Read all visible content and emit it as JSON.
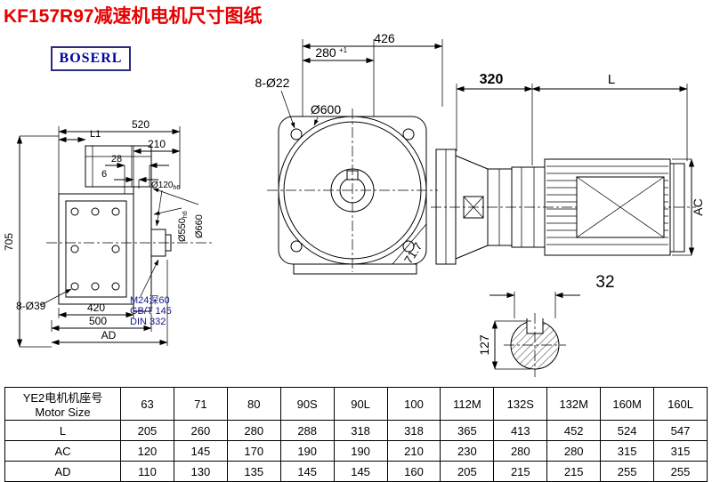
{
  "title": "KF157R97减速机电机尺寸图纸",
  "logo": "BOSERL",
  "colors": {
    "title": "#e60000",
    "logo_text": "#00009c",
    "line": "#000000"
  },
  "annotations": {
    "d426": "426",
    "d280": "280",
    "d280_tol": "+1",
    "holes8d22": "8-Ø22",
    "dia600": "Ø600",
    "len320": "320",
    "lenL": "L",
    "ac": "AC",
    "angle": "71.7",
    "key32": "32",
    "dia127": "127",
    "l1": "L1",
    "w520": "520",
    "w210": "210",
    "w28": "28",
    "w6": "6",
    "d120": "Ø120",
    "d120_fit": "h6",
    "d550": "Ø550",
    "d550_fit": "h6",
    "d660": "Ø660",
    "h705": "705",
    "holes8d39": "8-Ø39",
    "w420": "420",
    "w500": "500",
    "ad": "AD",
    "m24": "M24深60",
    "gbt": "GB/T 145",
    "din": "DIN 332"
  },
  "table": {
    "row_header": {
      "line1": "YE2电机机座号",
      "line2": "Motor Size"
    },
    "sizes": [
      "63",
      "71",
      "80",
      "90S",
      "90L",
      "100",
      "112M",
      "132S",
      "132M",
      "160M",
      "160L"
    ],
    "rows": [
      {
        "label": "L",
        "values": [
          "205",
          "260",
          "280",
          "288",
          "318",
          "318",
          "365",
          "413",
          "452",
          "524",
          "547"
        ]
      },
      {
        "label": "AC",
        "values": [
          "120",
          "145",
          "170",
          "190",
          "190",
          "210",
          "230",
          "280",
          "280",
          "315",
          "315"
        ]
      },
      {
        "label": "AD",
        "values": [
          "110",
          "130",
          "135",
          "145",
          "145",
          "160",
          "205",
          "215",
          "215",
          "255",
          "255"
        ]
      }
    ]
  }
}
